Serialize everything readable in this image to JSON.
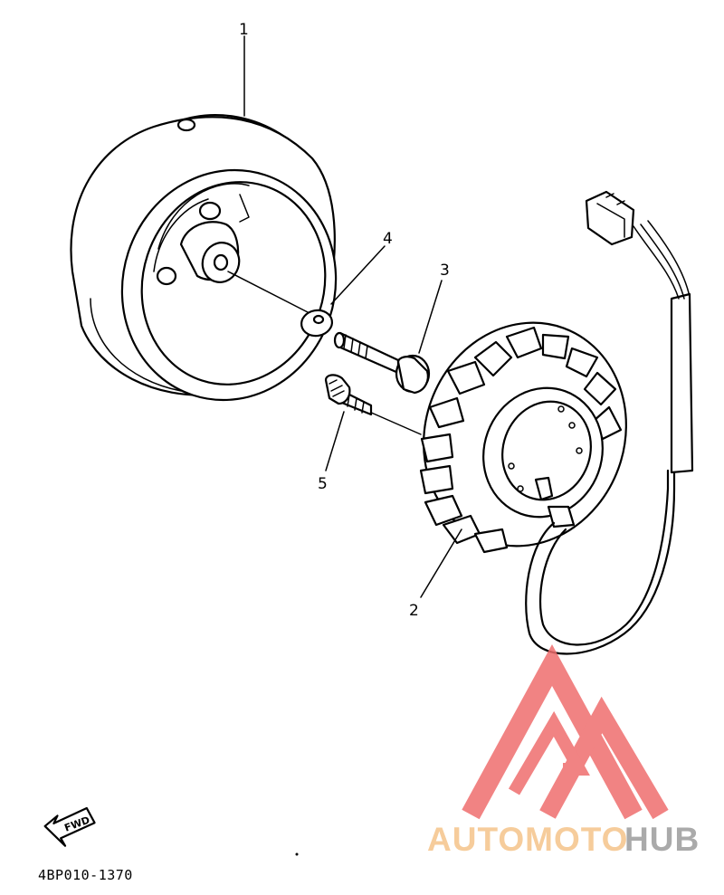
{
  "diagram": {
    "callouts": [
      {
        "number": "1",
        "part": "rotor"
      },
      {
        "number": "2",
        "part": "stator"
      },
      {
        "number": "3",
        "part": "bolt"
      },
      {
        "number": "4",
        "part": "washer"
      },
      {
        "number": "5",
        "part": "screw"
      }
    ],
    "fwd_label": "FWD",
    "part_code": "4BP010-1370"
  },
  "watermark": {
    "text_orange": "AUTOMOTO",
    "text_dark": "HUB",
    "colors": {
      "triangle": "#ef6e6e",
      "orange": "#f5c48a",
      "dark": "#9c9c9c"
    }
  }
}
